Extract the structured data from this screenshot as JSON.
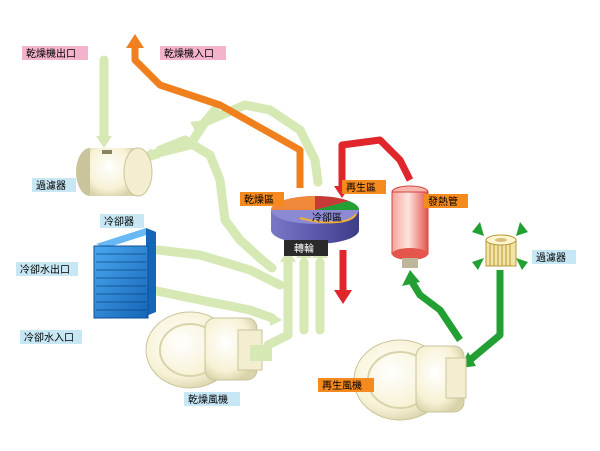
{
  "labels": {
    "dryer_outlet": "乾燥機出口",
    "dryer_inlet": "乾燥機入口",
    "filter_left": "過濾器",
    "cooler": "冷卻器",
    "cooling_water_out": "冷卻水出口",
    "cooling_water_in": "冷卻水入口",
    "drying_zone": "乾燥區",
    "regen_zone": "再生區",
    "cooling_zone": "冷卻區",
    "rotor": "轉輪",
    "heater": "發熱管",
    "filter_right": "過濾器",
    "regen_blower": "再生風機",
    "drying_blower": "乾燥風機"
  },
  "colors": {
    "pink_label": "#f4b3cc",
    "blue_label": "#c7e7f5",
    "orange_label": "#f58a1e",
    "pale_pipe": "#d6e8b4",
    "orange_flow": "#f07f1e",
    "red_flow": "#e0262b",
    "green_flow": "#23a033",
    "cooler_blue": "#1f7fd1"
  }
}
